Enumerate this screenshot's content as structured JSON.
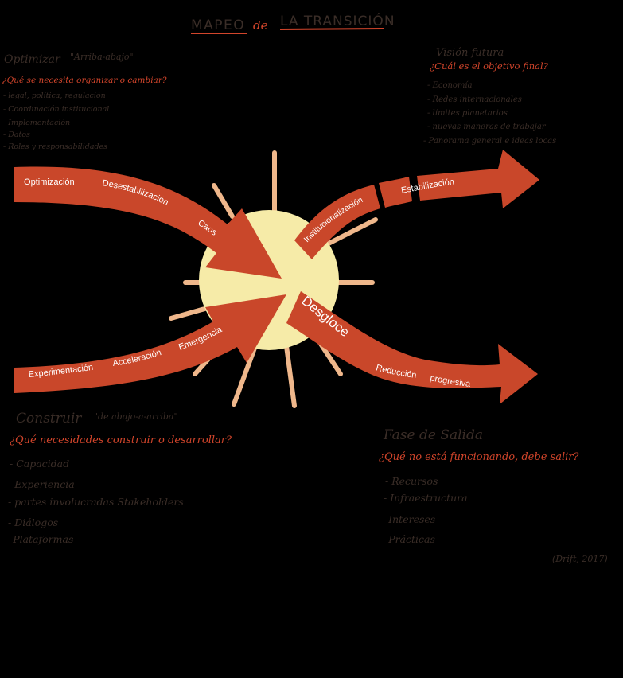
{
  "title": {
    "part1": "MAPEO",
    "part2": "de",
    "part3": "LA TRANSICIÓN"
  },
  "top_left": {
    "heading": "Optimizar",
    "heading_quote": "\"Arriba-abajo\"",
    "question": "¿Qué se necesita organizar o cambiar?",
    "items": [
      "- legal, política, regulación",
      "- Coordinación institucional",
      "- Implementación",
      "- Datos",
      "- Roles y responsabilidades"
    ]
  },
  "top_right": {
    "heading": "Visión futura",
    "question": "¿Cuál es el objetivo final?",
    "items": [
      "- Economía",
      "- Redes internacionales",
      "- límites planetarios",
      "- nuevas maneras de trabajar",
      "- Panorama general e ideas locas"
    ]
  },
  "bottom_left": {
    "heading": "Construir",
    "heading_quote": "\"de abajo-a-arriba\"",
    "question": "¿Qué necesidades construir o desarrollar?",
    "items": [
      "- Capacidad",
      "- Experiencia",
      "- partes involucradas Stakeholders",
      "- Diálogos",
      "- Plataformas"
    ]
  },
  "bottom_right": {
    "heading": "Fase de Salida",
    "question": "¿Qué no está funcionando, debe salir?",
    "items": [
      "- Recursos",
      "- Infraestructura",
      "- Intereses",
      "- Prácticas"
    ]
  },
  "arrow_labels": {
    "optimizacion": "Optimización",
    "desestabilizacion": "Desestabilización",
    "caos": "Caos",
    "experimentacion": "Experimentación",
    "acceleracion": "Acceleración",
    "emergencia": "Emergencia",
    "institucionalizacion": "Institucionalización",
    "estabilizacion": "Estabilización",
    "desgloce": "Desgloce",
    "reduccion": "Reducción",
    "progresiva": "progresiva"
  },
  "citation": "(Drift, 2017)",
  "colors": {
    "arrow": "#c9472a",
    "text_red": "#d2452b",
    "sun": "#f6eba8",
    "ray": "#efb78b",
    "ink": "#3a2d27"
  }
}
